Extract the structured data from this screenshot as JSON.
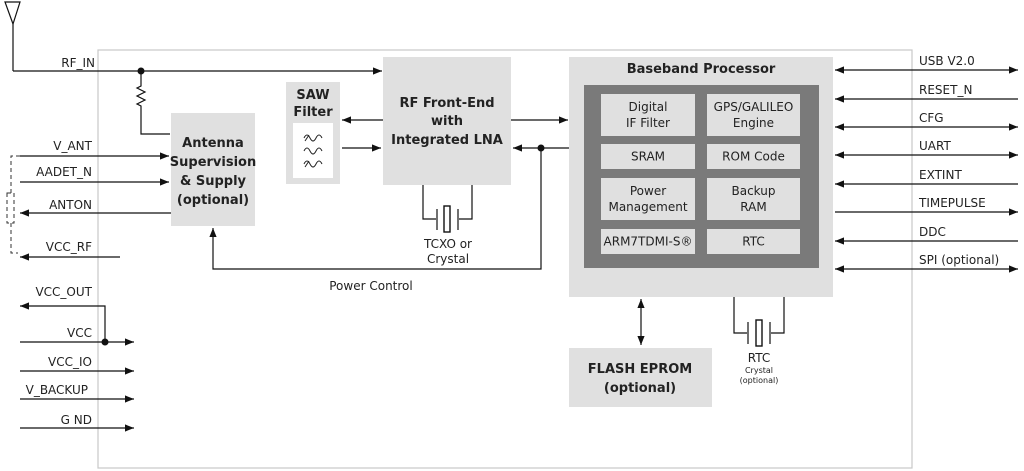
{
  "diagram": {
    "title": "GPS receiver module block diagram",
    "colors": {
      "module_border": "#c8c8c8",
      "block_fill": "#e0e0e0",
      "inner_core_fill": "#7a7a7a",
      "sub_block_fill": "#e0e0e0",
      "wire": "#111111"
    },
    "left_pins": {
      "rf_in": "RF_IN",
      "v_ant": "V_ANT",
      "aadet_n": "AADET_N",
      "anton": "ANTON",
      "vcc_rf": "VCC_RF",
      "vcc_out": "VCC_OUT",
      "vcc": "VCC",
      "vcc_io": "VCC_IO",
      "v_backup": "V_BACKUP",
      "gnd": "G ND"
    },
    "right_pins": [
      {
        "label": "USB V2.0",
        "direction": "bidirectional"
      },
      {
        "label": "RESET_N",
        "direction": "in"
      },
      {
        "label": "CFG",
        "direction": "bidirectional"
      },
      {
        "label": "UART",
        "direction": "bidirectional"
      },
      {
        "label": "EXTINT",
        "direction": "in"
      },
      {
        "label": "TIMEPULSE",
        "direction": "out"
      },
      {
        "label": "DDC",
        "direction": "in"
      },
      {
        "label": "SPI (optional)",
        "direction": "bidirectional"
      }
    ],
    "blocks": {
      "antenna_supervision": [
        "Antenna",
        "Supervision",
        "& Supply",
        "(optional)"
      ],
      "saw_filter": [
        "SAW",
        "Filter"
      ],
      "rf_frontend": [
        "RF Front-End",
        "with",
        "Integrated LNA"
      ],
      "baseband": "Baseband Processor",
      "flash": [
        "FLASH EPROM",
        "(optional)"
      ]
    },
    "baseband_sub_blocks": [
      [
        "Digital",
        "IF Filter"
      ],
      [
        "GPS/GALILEO",
        "Engine"
      ],
      [
        "SRAM"
      ],
      [
        "ROM Code"
      ],
      [
        "Power",
        "Management"
      ],
      [
        "Backup",
        "RAM"
      ],
      [
        "ARM7TDMI-S®"
      ],
      [
        "RTC"
      ]
    ],
    "labels": {
      "tcxo": [
        "TCXO or",
        "Crystal"
      ],
      "rtc_crystal": [
        "RTC",
        "Crystal",
        "(optional)"
      ],
      "power_control": "Power Control"
    }
  }
}
